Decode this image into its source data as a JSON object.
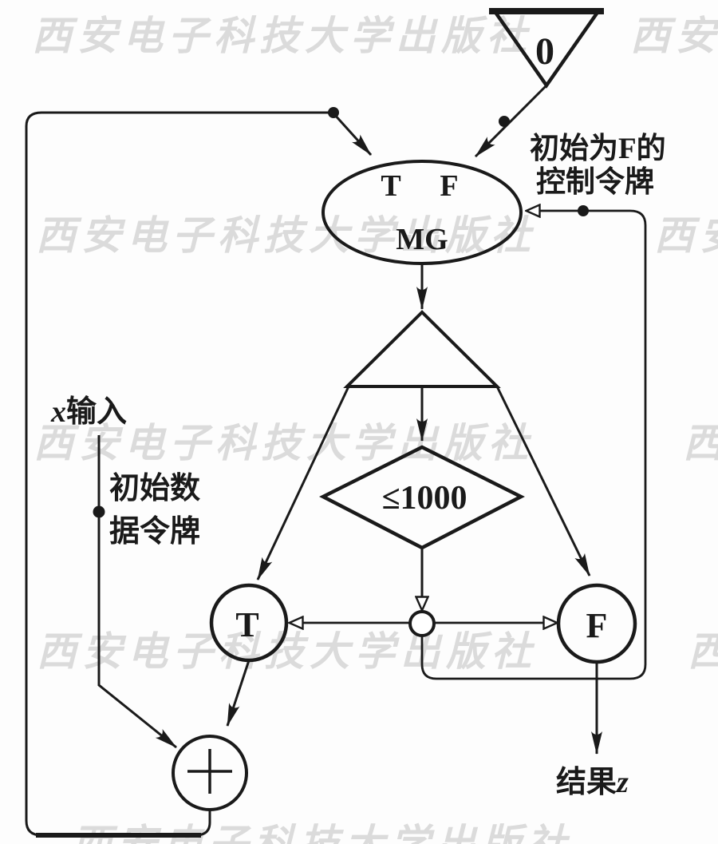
{
  "watermark": {
    "text": "西安电子科技大学出版社",
    "color": "#dbdbdb"
  },
  "nodes": {
    "zero_source": {
      "label": "0"
    },
    "merge_gate": {
      "true_port": "T",
      "false_port": "F",
      "label": "MG"
    },
    "predicate": {
      "label": "≤1000"
    },
    "true_gate": {
      "label": "T"
    },
    "false_gate": {
      "label": "F"
    },
    "adder": {
      "label": "+"
    }
  },
  "annotations": {
    "control_token_line1": "初始为F的",
    "control_token_line2": "控制令牌",
    "x_input_var": "x",
    "x_input_text": "输入",
    "initial_data_token_line1": "初始数",
    "initial_data_token_line2": "据令牌",
    "result_text": "结果",
    "result_var": "z"
  },
  "colors": {
    "line": "#1a1a1a",
    "text": "#1a1a1a",
    "watermark": "#dbdbdb",
    "background": "#fdfdfd"
  }
}
